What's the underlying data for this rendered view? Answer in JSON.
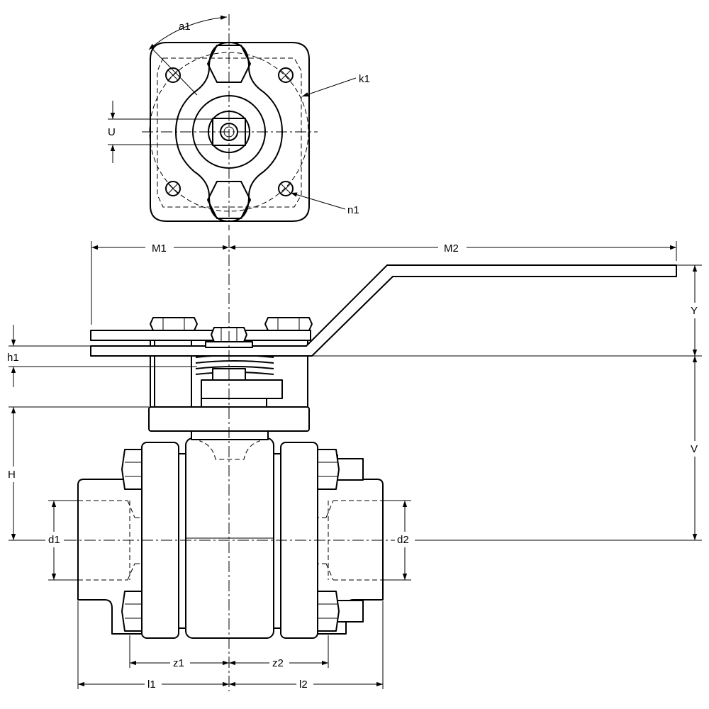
{
  "labels": {
    "a1": "a1",
    "k1": "k1",
    "n1": "n1",
    "U": "U",
    "M1": "M1",
    "M2": "M2",
    "Y": "Y",
    "h1": "h1",
    "V": "V",
    "H": "H",
    "d1": "d1",
    "d2": "d2",
    "z1": "z1",
    "z2": "z2",
    "l1": "l1",
    "l2": "l2"
  }
}
